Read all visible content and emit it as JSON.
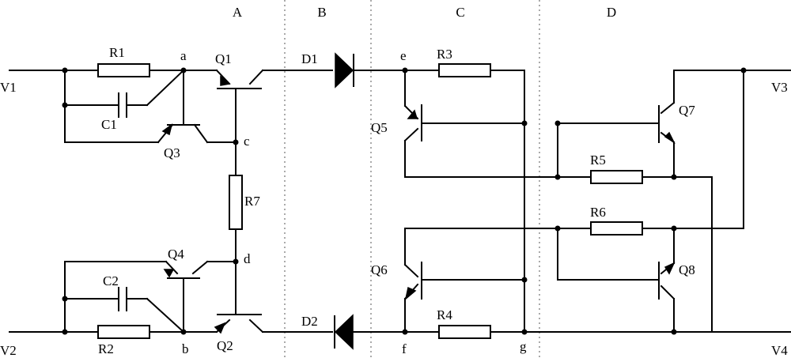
{
  "sections": [
    "A",
    "B",
    "C",
    "D"
  ],
  "terminals": [
    "V1",
    "V2",
    "V3",
    "V4"
  ],
  "resistors": [
    "R1",
    "R2",
    "R3",
    "R4",
    "R5",
    "R6",
    "R7"
  ],
  "capacitors": [
    "C1",
    "C2"
  ],
  "transistors": [
    "Q1",
    "Q2",
    "Q3",
    "Q4",
    "Q5",
    "Q6",
    "Q7",
    "Q8"
  ],
  "diodes": [
    "D1",
    "D2"
  ],
  "nodes": [
    "a",
    "b",
    "c",
    "d",
    "e",
    "f",
    "g"
  ]
}
